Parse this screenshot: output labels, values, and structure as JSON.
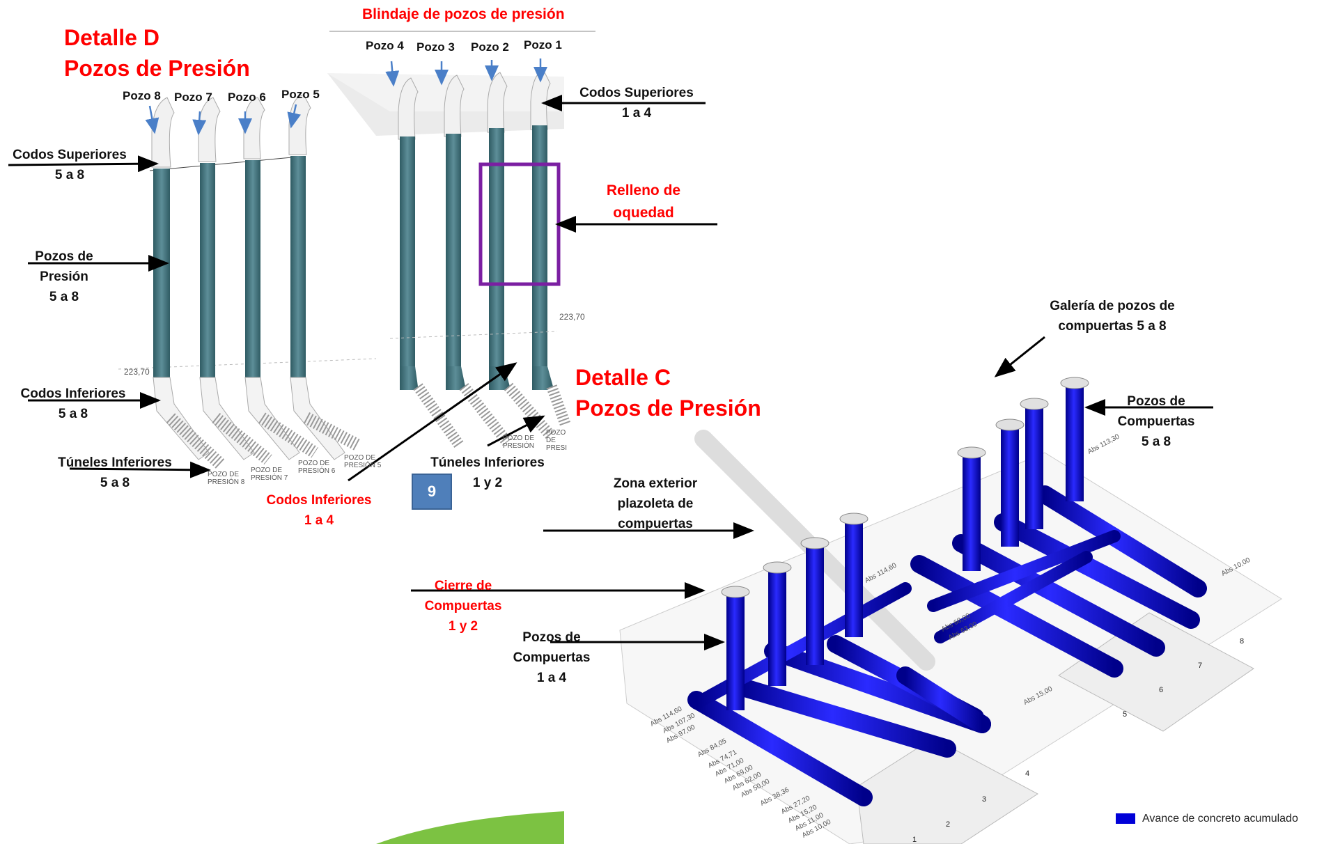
{
  "detail_d": {
    "title_line1": "Detalle D",
    "title_line2": "Pozos de Presión",
    "pozos": [
      "Pozo 8",
      "Pozo 7",
      "Pozo 6",
      "Pozo 5"
    ],
    "codos_superiores": [
      "Codos Superiores",
      "5 a 8"
    ],
    "pozos_presion": [
      "Pozos de",
      "Presión",
      "5 a 8"
    ],
    "codos_inferiores": [
      "Codos Inferiores",
      "5 a 8"
    ],
    "tuneles_inferiores": [
      "Túneles Inferiores",
      "5 a 8"
    ],
    "elevation_label": "223,70",
    "tunnel_tags": [
      "POZO DE PRESIÓN 8",
      "POZO DE PRESIÓN 7",
      "POZO DE PRESIÓN 6",
      "POZO DE PRESIÓN 5"
    ]
  },
  "blindaje": {
    "header": "Blindaje de pozos de presión",
    "pozos": [
      "Pozo 4",
      "Pozo 3",
      "Pozo 2",
      "Pozo 1"
    ],
    "codos_superiores": [
      "Codos Superiores",
      "1 a 4"
    ],
    "relleno": [
      "Relleno de",
      "oquedad"
    ],
    "elevation_label": "223,70",
    "codos_inferiores": [
      "Codos Inferiores",
      "1 a 4"
    ],
    "tuneles_inferiores": [
      "Túneles Inferiores",
      "1 y 2"
    ],
    "tunnel_tags": [
      "POZO DE PRESIÓN",
      "POZO DE PRESIÓN"
    ],
    "page_badge": "9"
  },
  "detail_c": {
    "title_line1": "Detalle C",
    "title_line2": "Pozos de Presión",
    "galeria": [
      "Galería de pozos de",
      "compuertas 5 a 8"
    ],
    "pozos_compuertas_58": [
      "Pozos de",
      "Compuertas",
      "5 a 8"
    ],
    "zona_exterior": [
      "Zona exterior",
      "plazoleta de",
      "compuertas"
    ],
    "cierre": [
      "Cierre de",
      "Compuertas",
      "1 y 2"
    ],
    "pozos_compuertas_14": [
      "Pozos de",
      "Compuertas",
      "1 a 4"
    ],
    "abs_labels_left": [
      "Abs 114,60",
      "Abs 107,30",
      "Abs 97,00",
      "Abs 84,05",
      "Abs 74,71",
      "Abs 71,00",
      "Abs 69,00",
      "Abs 62,00",
      "Abs 50,00",
      "Abs 38,36",
      "Abs 27,20",
      "Abs 15,20",
      "Abs 11,00",
      "Abs 10,00"
    ],
    "abs_labels_right": [
      "Abs 113,30",
      "Abs 114,60",
      "Abs 68,00",
      "Abs 63,00",
      "Abs 10,00",
      "Abs 15,00"
    ],
    "gate_numbers": [
      "1",
      "2",
      "3",
      "4",
      "5",
      "6",
      "7",
      "8"
    ],
    "legend": "Avance de concreto acumulado",
    "colors": {
      "concrete": "#0000d8",
      "steel": "#3d6e78",
      "annotation_red": "#ff0000",
      "frame_purple": "#7b1fa2",
      "badge_blue": "#4f7fba",
      "accent_green": "#7cc242"
    }
  }
}
